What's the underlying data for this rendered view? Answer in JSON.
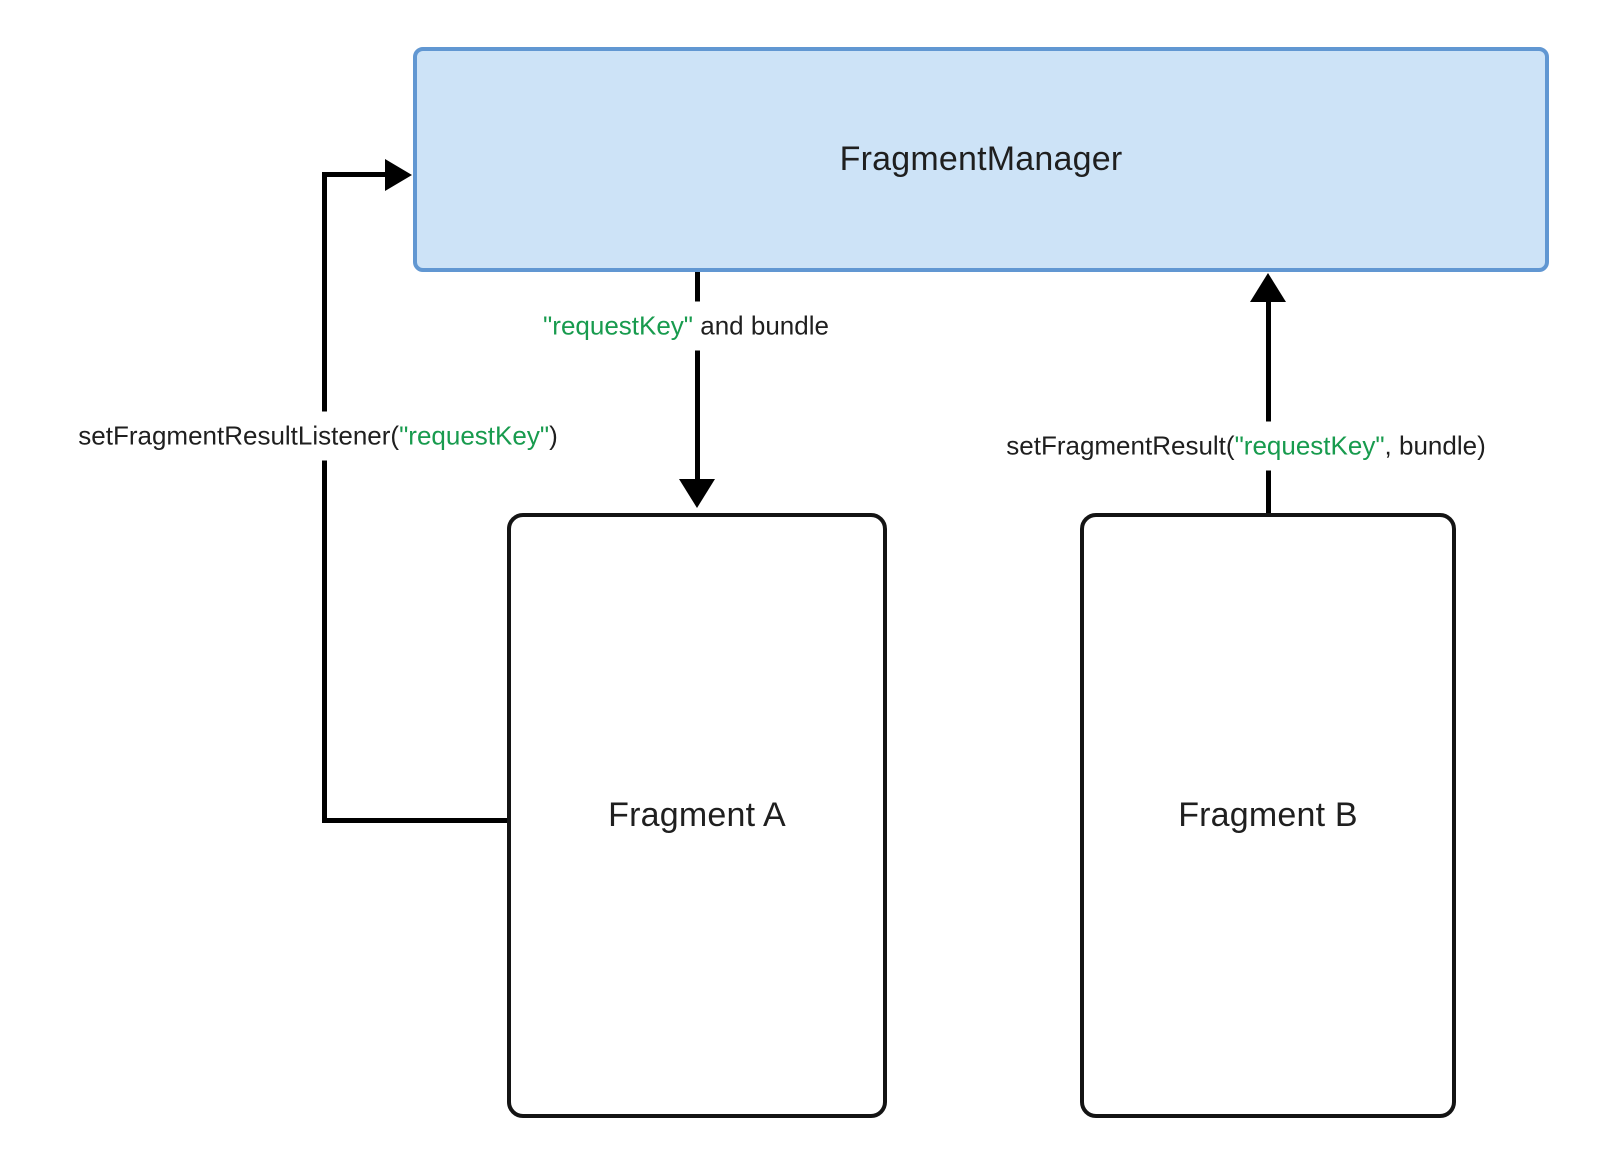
{
  "colors": {
    "manager_fill": "#cde3f7",
    "manager_border": "#6197d2",
    "fragment_border": "#141414",
    "line": "#000000",
    "key_green": "#189b4e",
    "text": "#1f1f1f",
    "background": "#ffffff"
  },
  "nodes": {
    "fragment_manager": {
      "label": "FragmentManager"
    },
    "fragment_a": {
      "label": "Fragment A"
    },
    "fragment_b": {
      "label": "Fragment B"
    }
  },
  "edges": {
    "request_key_and_bundle": {
      "parts": {
        "key": "\"requestKey\"",
        "rest": " and bundle"
      }
    },
    "set_fragment_result_listener": {
      "parts": {
        "pre": "setFragmentResultListener(",
        "key": "\"requestKey\"",
        "post": ")"
      }
    },
    "set_fragment_result": {
      "parts": {
        "pre": "setFragmentResult(",
        "key": "\"requestKey\"",
        "post": ", bundle)"
      }
    }
  }
}
